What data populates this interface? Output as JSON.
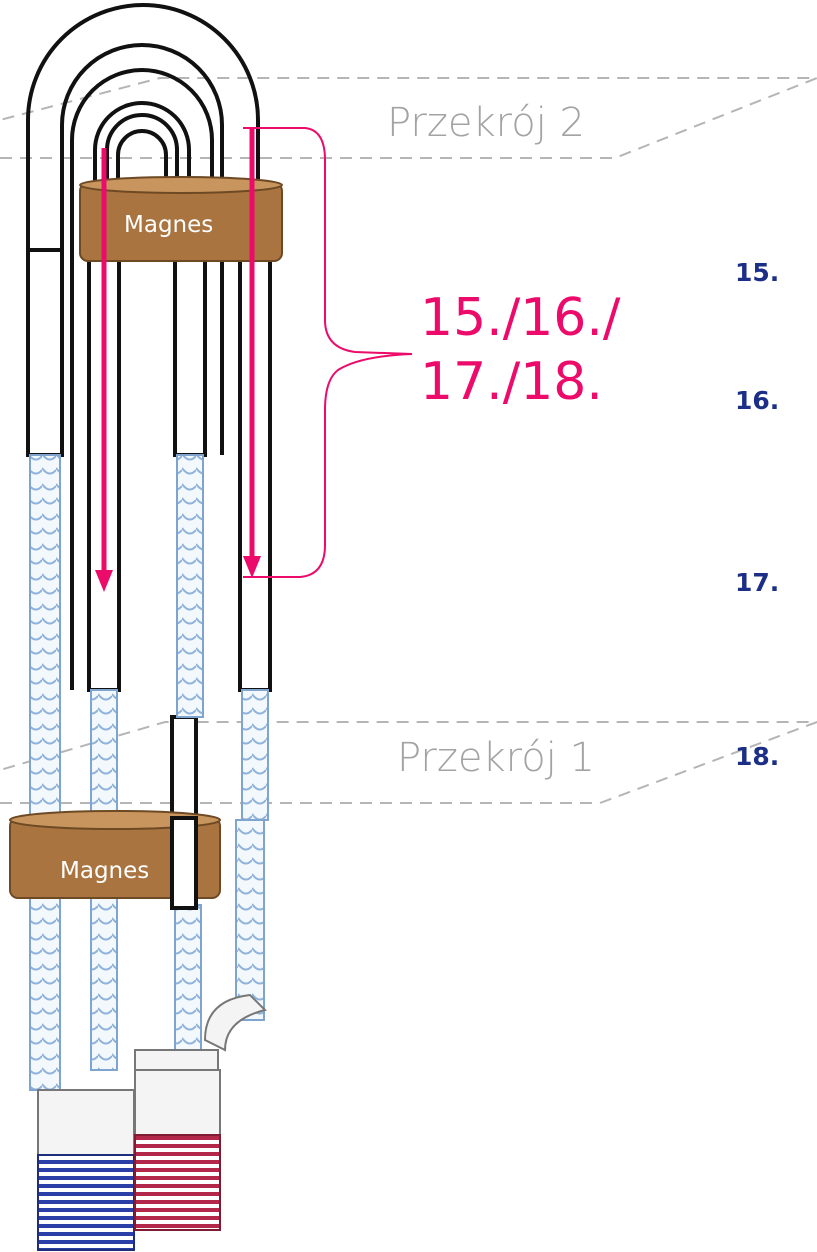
{
  "section_labels": {
    "top": "Przekrój 2",
    "bottom": "Przekrój 1"
  },
  "magnets": {
    "upper": "Magnes",
    "lower": "Magnes"
  },
  "callout": {
    "line1": "15./16./",
    "line2": "17./18."
  },
  "steps": [
    "15.",
    "16.",
    "17.",
    "18."
  ],
  "colors": {
    "accent": "#ec0a6a",
    "step_text": "#1b2f86",
    "magnet": "#a9743f",
    "section_label": "#a3a3a3",
    "cold_connector": "#2a3fa8",
    "hot_connector": "#b3284a"
  }
}
